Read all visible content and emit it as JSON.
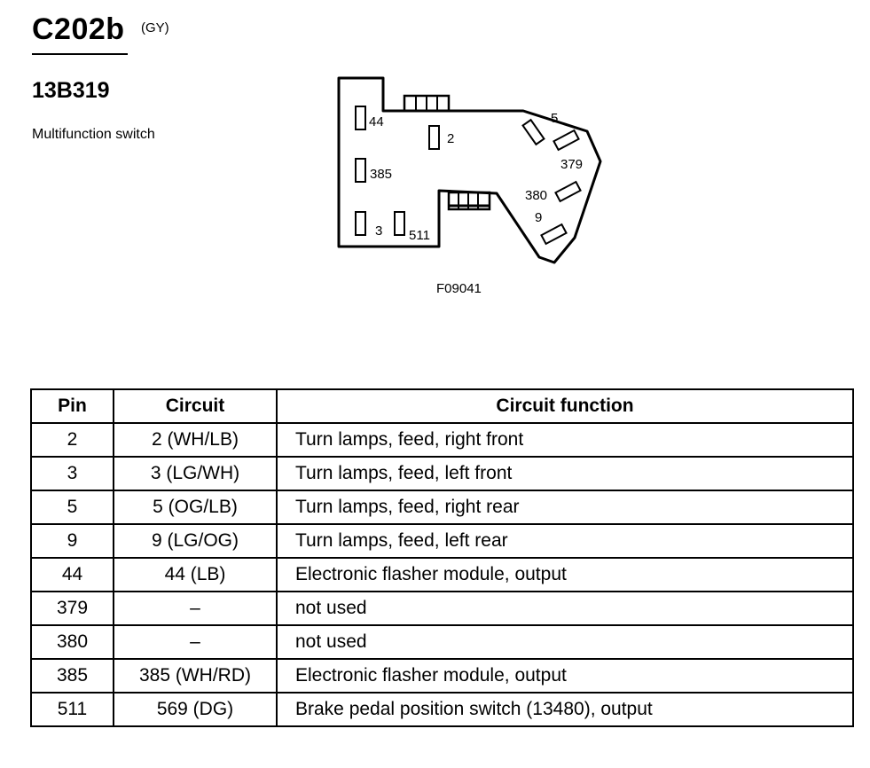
{
  "connector": {
    "id": "C202b",
    "color_code": "(GY)"
  },
  "part": {
    "number": "13B319",
    "name": "Multifunction switch"
  },
  "figure": {
    "code": "F09041",
    "pin_labels": [
      "44",
      "2",
      "5",
      "379",
      "385",
      "380",
      "9",
      "3",
      "511"
    ]
  },
  "table": {
    "headers": {
      "pin": "Pin",
      "circuit": "Circuit",
      "function": "Circuit function"
    },
    "rows": [
      {
        "pin": "2",
        "circuit": "2 (WH/LB)",
        "function": "Turn lamps, feed, right front"
      },
      {
        "pin": "3",
        "circuit": "3 (LG/WH)",
        "function": "Turn lamps, feed, left front"
      },
      {
        "pin": "5",
        "circuit": "5 (OG/LB)",
        "function": "Turn lamps, feed, right rear"
      },
      {
        "pin": "9",
        "circuit": "9 (LG/OG)",
        "function": "Turn lamps, feed, left rear"
      },
      {
        "pin": "44",
        "circuit": "44 (LB)",
        "function": "Electronic flasher module, output"
      },
      {
        "pin": "379",
        "circuit": "–",
        "function": "not used"
      },
      {
        "pin": "380",
        "circuit": "–",
        "function": "not used"
      },
      {
        "pin": "385",
        "circuit": "385 (WH/RD)",
        "function": "Electronic flasher module, output"
      },
      {
        "pin": "511",
        "circuit": "569 (DG)",
        "function": "Brake pedal position switch (13480), output"
      }
    ]
  }
}
